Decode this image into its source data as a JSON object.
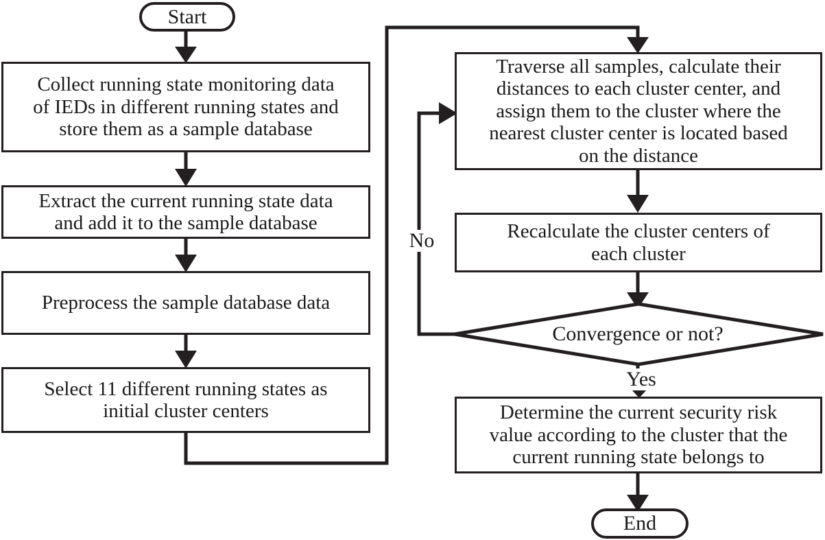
{
  "diagram": {
    "title": "Security risk assessment clustering flowchart",
    "type": "flowchart",
    "background_color": "#ffffff",
    "line_color": "#231f20",
    "text_color": "#1a1a1a"
  },
  "nodes": {
    "start": {
      "label": "Start",
      "shape": "terminator"
    },
    "collect_data": {
      "label": "Collect running state monitoring data\nof IEDs in different running states and\nstore them as a sample database",
      "shape": "process"
    },
    "extract_data": {
      "label": "Extract the current running state data\nand add it to the sample database",
      "shape": "process"
    },
    "preprocess": {
      "label": "Preprocess the sample database data",
      "shape": "process"
    },
    "select_centers": {
      "label": "Select 11 different running states as\ninitial cluster centers",
      "shape": "process"
    },
    "traverse": {
      "label": "Traverse all samples, calculate their\ndistances to each cluster center, and\nassign them to the cluster where the\nnearest cluster center is located based\non the distance",
      "shape": "process"
    },
    "recalculate": {
      "label": "Recalculate the cluster centers of\neach cluster",
      "shape": "process"
    },
    "convergence": {
      "label": "Convergence or not?",
      "shape": "decision"
    },
    "determine_risk": {
      "label": "Determine the current security risk\nvalue according to the cluster that the\ncurrent running state belongs to",
      "shape": "process"
    },
    "end": {
      "label": "End",
      "shape": "terminator"
    }
  },
  "edge_labels": {
    "no": "No",
    "yes": "Yes"
  }
}
